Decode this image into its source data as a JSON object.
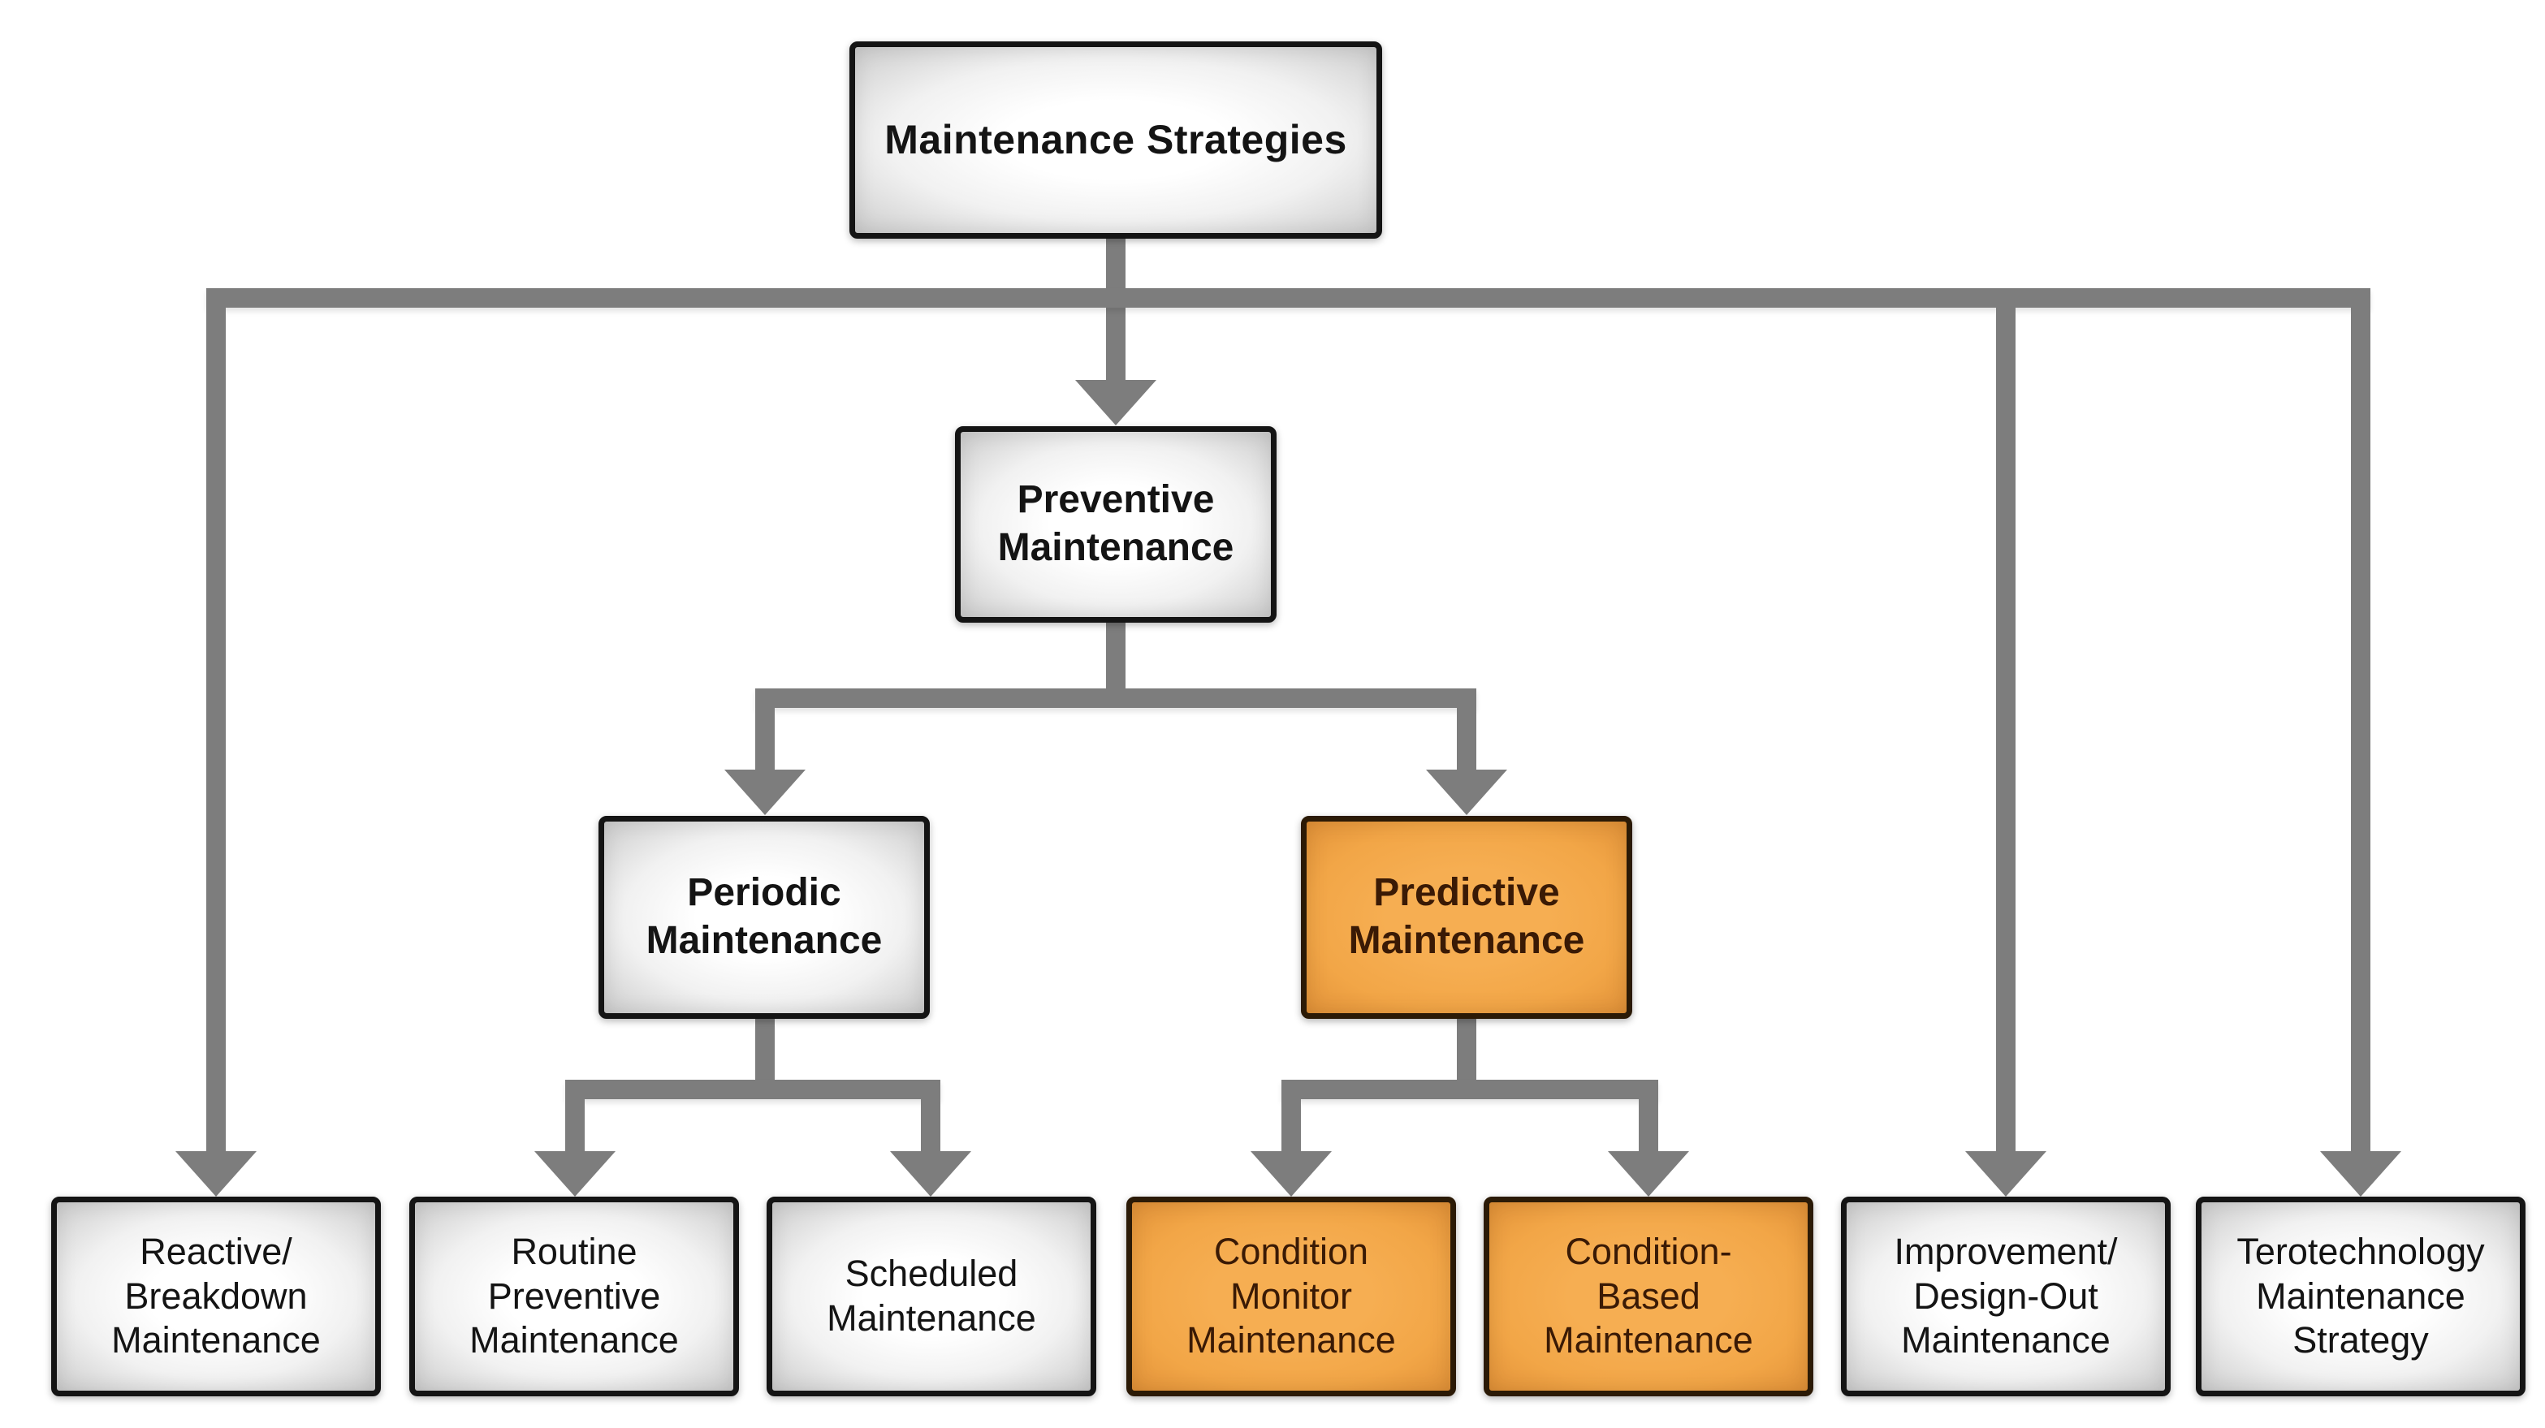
{
  "diagram": {
    "title": "Maintenance Strategies",
    "colors": {
      "background": "#ffffff",
      "connector_gray": "#7d7d7d",
      "box_border_dark": "#141414",
      "gray_box_fill": "#f1f1f1",
      "highlight_orange_fill": "#f2a647",
      "highlight_orange_border": "#2b1a06",
      "highlight_orange_text": "#3a1a05",
      "gray_box_text": "#141414"
    },
    "nodes": {
      "root": {
        "label": "Maintenance Strategies",
        "highlighted": false
      },
      "preventive": {
        "label": "Preventive\nMaintenance",
        "highlighted": false
      },
      "periodic": {
        "label": "Periodic\nMaintenance",
        "highlighted": false
      },
      "predictive": {
        "label": "Predictive\nMaintenance",
        "highlighted": true
      },
      "reactive": {
        "label": "Reactive/\nBreakdown\nMaintenance",
        "highlighted": false
      },
      "routine": {
        "label": "Routine\nPreventive\nMaintenance",
        "highlighted": false
      },
      "scheduled": {
        "label": "Scheduled\nMaintenance",
        "highlighted": false
      },
      "condition_monitor": {
        "label": "Condition\nMonitor\nMaintenance",
        "highlighted": true
      },
      "condition_based": {
        "label": "Condition-\nBased\nMaintenance",
        "highlighted": true
      },
      "improvement": {
        "label": "Improvement/\nDesign-Out\nMaintenance",
        "highlighted": false
      },
      "terotechnology": {
        "label": "Terotechnology\nMaintenance\nStrategy",
        "highlighted": false
      }
    },
    "edges": [
      {
        "from": "root",
        "to": "reactive"
      },
      {
        "from": "root",
        "to": "preventive"
      },
      {
        "from": "root",
        "to": "improvement"
      },
      {
        "from": "root",
        "to": "terotechnology"
      },
      {
        "from": "preventive",
        "to": "periodic"
      },
      {
        "from": "preventive",
        "to": "predictive"
      },
      {
        "from": "periodic",
        "to": "routine"
      },
      {
        "from": "periodic",
        "to": "scheduled"
      },
      {
        "from": "predictive",
        "to": "condition_monitor"
      },
      {
        "from": "predictive",
        "to": "condition_based"
      }
    ]
  }
}
